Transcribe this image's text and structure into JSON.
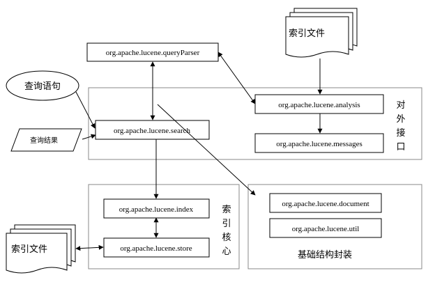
{
  "packages": {
    "query_parser": "org.apache.lucene.queryParser",
    "analysis": "org.apache.lucene.analysis",
    "messages": "org.apache.lucene.messages",
    "search": "org.apache.lucene.search",
    "index": "org.apache.lucene.index",
    "store": "org.apache.lucene.store",
    "document": "org.apache.lucene.document",
    "util": "org.apache.lucene.util"
  },
  "nodes": {
    "query_statement": "查询语句",
    "query_result": "查询结果",
    "index_file_top": "索引文件",
    "index_file_bottom": "索引文件"
  },
  "groups": {
    "external_interface": [
      "对",
      "外",
      "接",
      "口"
    ],
    "index_core": [
      "索",
      "引",
      "核",
      "心"
    ],
    "basic_structure": "基础结构封装"
  }
}
